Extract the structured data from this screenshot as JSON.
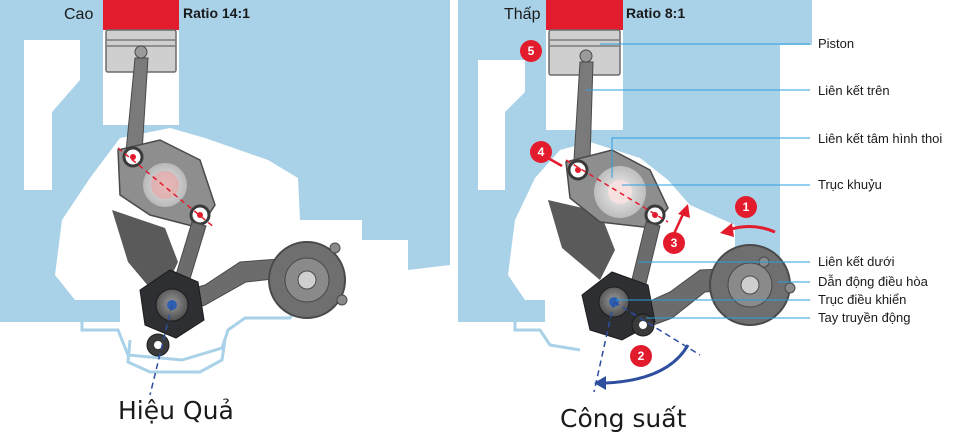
{
  "left": {
    "corner_label": "Cao",
    "ratio": "Ratio 14:1",
    "caption": "Hiệu Quả"
  },
  "right": {
    "corner_label": "Thấp",
    "ratio": "Ratio 8:1",
    "caption": "Công suất",
    "badges": [
      "5",
      "4",
      "3",
      "1",
      "2"
    ]
  },
  "labels": [
    "Piston",
    "Liên kết trên",
    "Liên kết tâm hình thoi",
    "Trục khuỷu",
    "Liên kết dưới",
    "Dẫn động điều hòa",
    "Trục điều khiển",
    "Tay truyền động"
  ],
  "colors": {
    "block": "#a9d2e8",
    "piston_crown": "#e31c2d",
    "badge": "#e31c2d",
    "leader": "#2d9ee0",
    "parts": "#6c6c6c"
  }
}
